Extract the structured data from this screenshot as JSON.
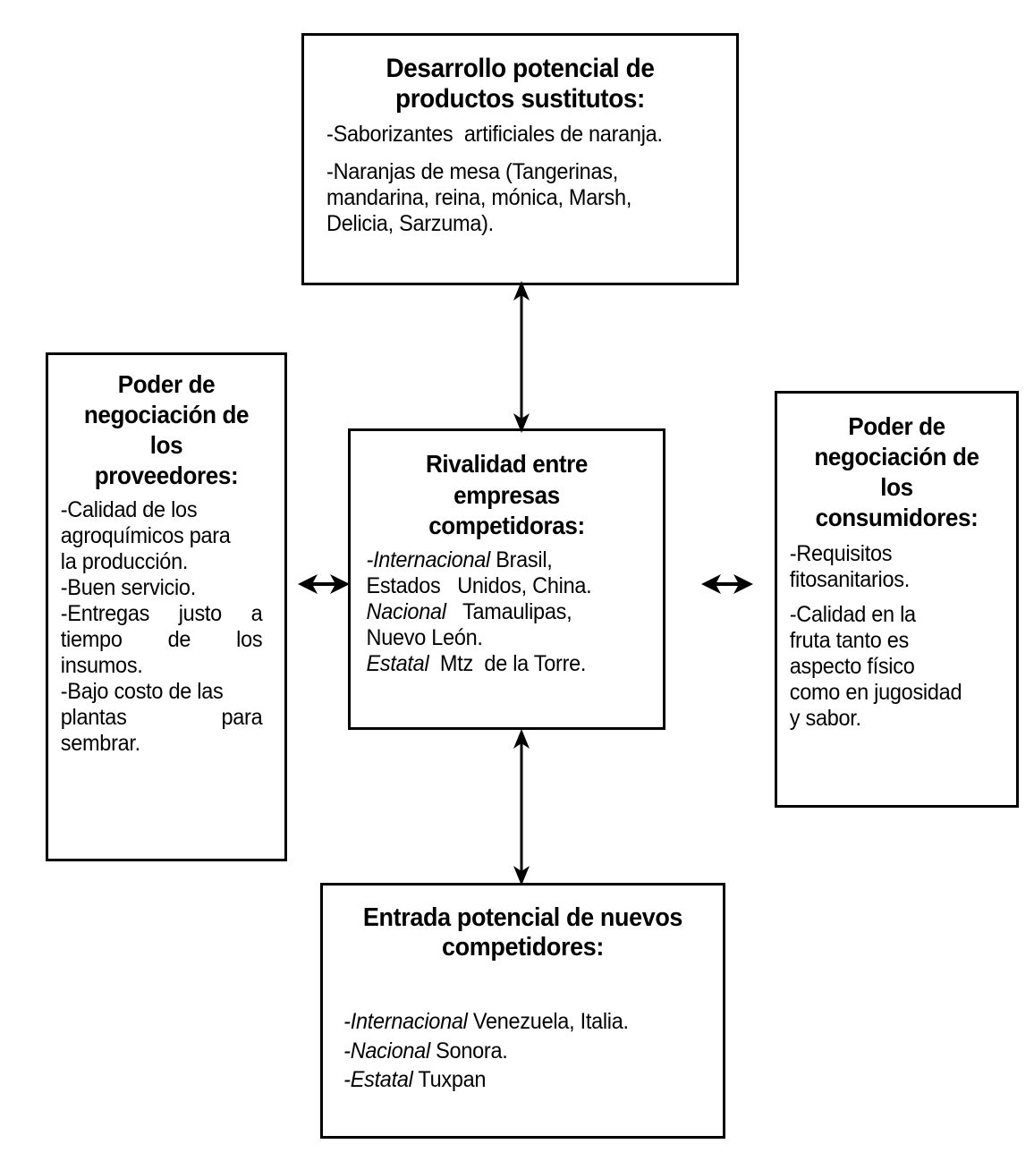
{
  "diagram": {
    "title": "Porter Five Forces",
    "colors": {
      "stroke": "#000000",
      "background": "#ffffff",
      "text": "#000000"
    },
    "boxes": {
      "substitutes": {
        "title_line1": "Desarrollo potencial de",
        "title_line2": "productos sustitutos:",
        "lines": [
          "-Saborizantes  artificiales de naranja.",
          "-Naranjas de mesa (Tangerinas,",
          "mandarina, reina, mónica, Marsh,",
          "Delicia, Sarzuma)."
        ]
      },
      "suppliers": {
        "title_line1": "Poder de",
        "title_line2": "negociación de",
        "title_line3": "los",
        "title_line4": "proveedores:",
        "lines": [
          "-Calidad de los",
          "agroquímicos para",
          "la producción.",
          "-Buen servicio.",
          "-Entregas justo a",
          "tiempo de los",
          "insumos.",
          "-Bajo costo de las",
          "plantas para",
          "sembrar."
        ]
      },
      "rivalry": {
        "title_line1": "Rivalidad entre",
        "title_line2": "empresas",
        "title_line3": "competidoras:",
        "line1_label": "-Internacional",
        "line1_text": " Brasil,",
        "line2_text": "Estados   Unidos, China.",
        "line3_label": "Nacional",
        "line3_text": "   Tamaulipas,",
        "line4_text": "Nuevo León.",
        "line5_label": "Estatal",
        "line5_text": "  Mtz  de la Torre."
      },
      "consumers": {
        "title_line1": "Poder de",
        "title_line2": "negociación de",
        "title_line3": "los",
        "title_line4": "consumidores:",
        "lines": [
          "-Requisitos",
          "fitosanitarios.",
          "-Calidad en la",
          "fruta tanto es",
          "aspecto físico",
          "como en jugosidad",
          "y sabor."
        ]
      },
      "entrants": {
        "title_line1": "Entrada potencial de nuevos",
        "title_line2": "competidores:",
        "line1_label": "-Internacional",
        "line1_text": " Venezuela, Italia.",
        "line2_label": "-Nacional",
        "line2_text": " Sonora.",
        "line3_label": "-Estatal",
        "line3_text": " Tuxpan"
      }
    },
    "arrows": [
      {
        "name": "arrow-substitutes-rivalry",
        "direction": "vertical-double"
      },
      {
        "name": "arrow-suppliers-rivalry",
        "direction": "horizontal-double"
      },
      {
        "name": "arrow-consumers-rivalry",
        "direction": "horizontal-double"
      },
      {
        "name": "arrow-entrants-rivalry",
        "direction": "vertical-double"
      }
    ]
  }
}
